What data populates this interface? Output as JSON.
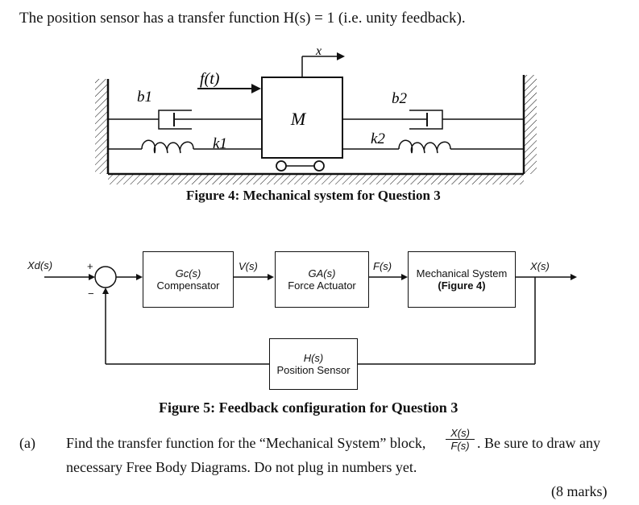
{
  "intro_text": "The position sensor has a transfer function H(s) = 1 (i.e. unity feedback).",
  "figure4": {
    "caption": "Figure 4: Mechanical system for Question 3",
    "labels": {
      "mass": "M",
      "force": "f(t)",
      "displacement": "x",
      "b1": "b1",
      "b2": "b2",
      "k1": "k1",
      "k2": "k2"
    }
  },
  "figure5": {
    "caption": "Figure 5: Feedback configuration for Question 3",
    "input_signal": "Xd(s)",
    "sum_plus": "+",
    "sum_minus": "−",
    "blocks": {
      "compensator": {
        "tf": "Gc(s)",
        "name": "Compensator"
      },
      "actuator": {
        "tf": "GA(s)",
        "name": "Force Actuator"
      },
      "mech": {
        "name": "Mechanical System",
        "ref": "(Figure 4)"
      },
      "sensor": {
        "tf": "H(s)",
        "name": "Position Sensor"
      }
    },
    "signals": {
      "v": "V(s)",
      "f": "F(s)",
      "x": "X(s)"
    }
  },
  "question": {
    "label": "(a)",
    "line1": "Find the transfer function for the “Mechanical System” block,",
    "frac_num": "X(s)",
    "frac_den": "F(s)",
    "line1_end": ". Be sure to draw any",
    "line2": "necessary Free Body Diagrams. Do not plug in numbers yet.",
    "marks": "(8 marks)"
  }
}
